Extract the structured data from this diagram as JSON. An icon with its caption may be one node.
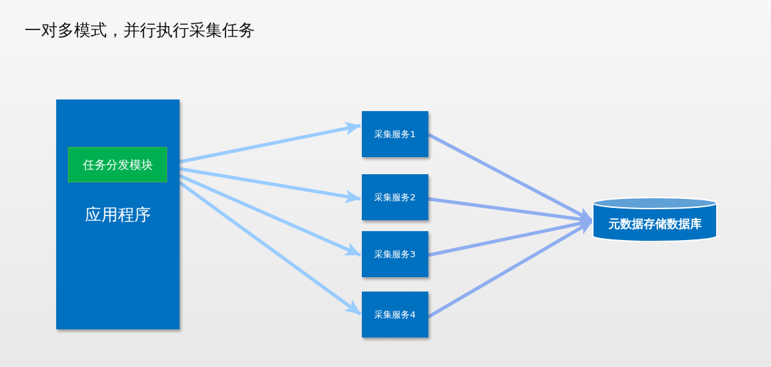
{
  "diagram": {
    "title": "一对多模式，并行执行采集任务",
    "nodes": [
      {
        "text": [
          "应用程序"
        ]
      },
      {
        "text": [
          "任务分发模块"
        ],
        "in": 0
      },
      {
        "text": [
          "采集服务1"
        ]
      },
      {
        "text": [
          "采集服务2"
        ]
      },
      {
        "text": [
          "采集服务3"
        ]
      },
      {
        "text": [
          "采集服务4"
        ]
      },
      {
        "text": [
          "元数据存储数据库"
        ]
      }
    ],
    "edges": [
      {
        "from": 0,
        "to": 2,
        "arrow": "to",
        "color": "#99ccff"
      },
      {
        "from": 0,
        "to": 3,
        "arrow": "to",
        "color": "#99ccff"
      },
      {
        "from": 0,
        "to": 4,
        "arrow": "to",
        "color": "#99ccff"
      },
      {
        "from": 0,
        "to": 5,
        "arrow": "to",
        "color": "#99ccff"
      },
      {
        "from": 2,
        "to": 6,
        "arrow": "to",
        "color": "#8eaef0"
      },
      {
        "from": 3,
        "to": 6,
        "arrow": "to",
        "color": "#8eaef0"
      },
      {
        "from": 4,
        "to": 6,
        "arrow": "to",
        "color": "#8eaef0"
      },
      {
        "from": 5,
        "to": 6,
        "arrow": "to",
        "color": "#8eaef0"
      }
    ]
  }
}
